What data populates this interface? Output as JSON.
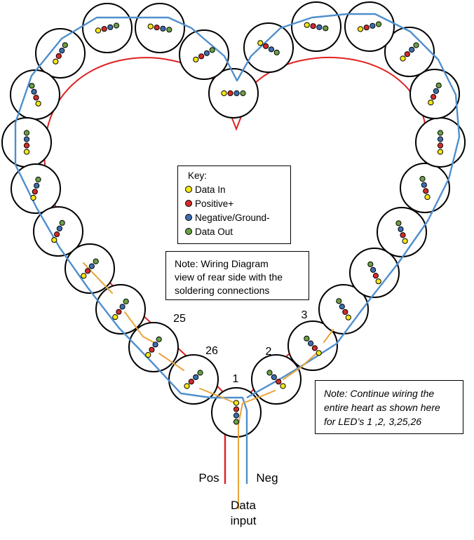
{
  "key": {
    "title": "Key:",
    "items": [
      {
        "label": "Data In",
        "color": "#f5e616"
      },
      {
        "label": "Positive+",
        "color": "#d42a2a"
      },
      {
        "label": "Negative/Ground-",
        "color": "#3d6fb0"
      },
      {
        "label": "Data Out",
        "color": "#6aa045"
      }
    ]
  },
  "note_wiring": {
    "lines": [
      "Note: Wiring Diagram",
      "view of rear side with the",
      "soldering connections"
    ]
  },
  "note_continue": {
    "lines": [
      "Note: Continue wiring the",
      "entire heart as shown here",
      "for LED’s 1 ,2, 3,25,26"
    ]
  },
  "led_numbers": [
    "1",
    "2",
    "3",
    "25",
    "26"
  ],
  "wire_labels": {
    "positive": "Pos",
    "negative": "Neg",
    "data": [
      "Data",
      "input"
    ]
  },
  "colors": {
    "data_wire": "#e8a43a",
    "positive_wire": "#e02020",
    "negative_wire": "#4f8fcd",
    "outline": "#000000"
  }
}
